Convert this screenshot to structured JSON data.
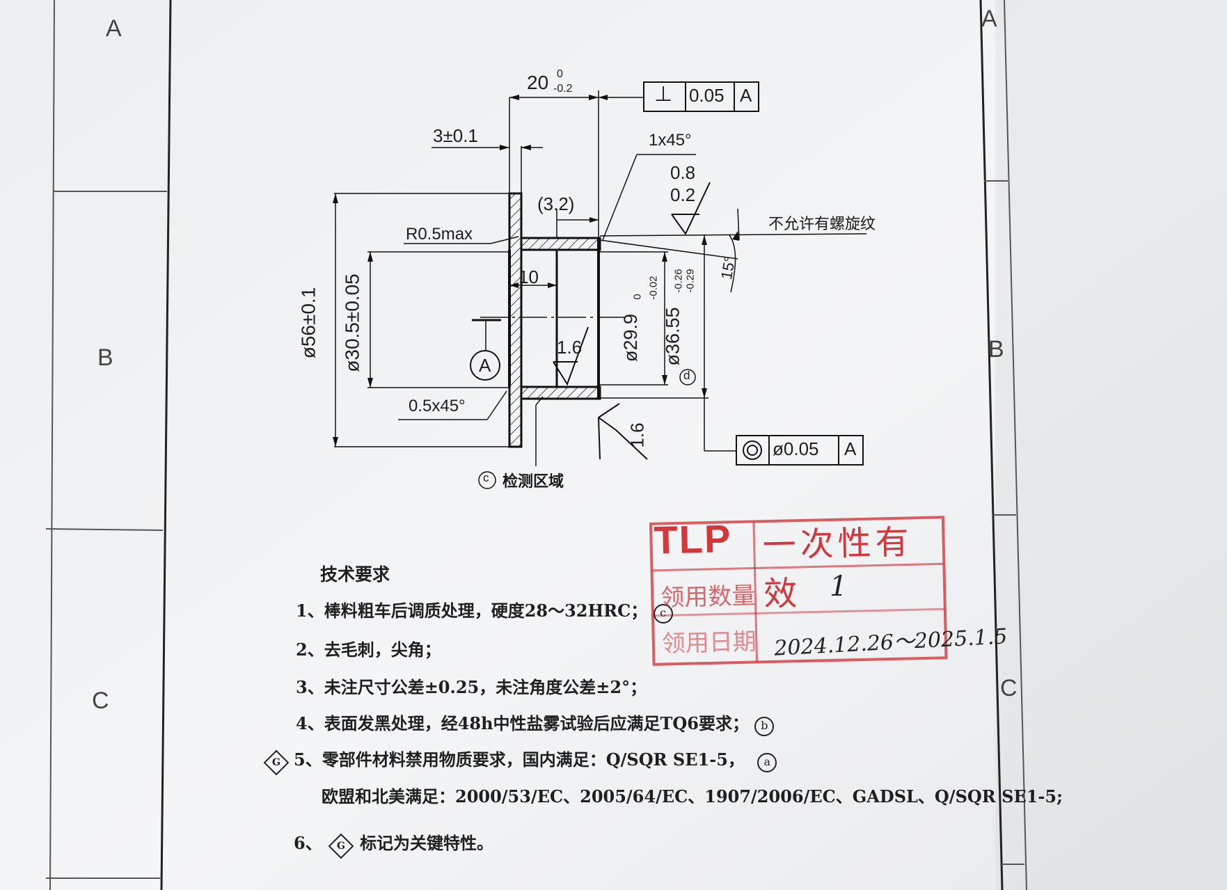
{
  "zone_labels": {
    "left": [
      "A",
      "B",
      "C"
    ],
    "right": [
      "A",
      "B",
      "C"
    ]
  },
  "drawing": {
    "dim_length": "20",
    "dim_length_tol_upper": "0",
    "dim_length_tol_lower": "-0.2",
    "perp_symbol": "⊥",
    "perp_tolerance": "0.05",
    "perp_datum": "A",
    "dim_flange": "3±0.1",
    "chamfer_top": "1x45°",
    "roughness_top_upper": "0.8",
    "roughness_top_lower": "0.2",
    "ref_dim": "(3.2)",
    "radius_note": "R0.5max",
    "no_spiral_note": "不允许有螺旋纹",
    "angle": "15°",
    "dim_inner_depth": "10",
    "dim_outer_dia": "ø56±0.1",
    "dim_bore_dia": "ø30.5±0.05",
    "dim_29": "ø29.9",
    "dim_29_tol_upper": "0",
    "dim_29_tol_lower": "-0.02",
    "dim_36": "ø36.55",
    "dim_36_tol_upper": "-0.26",
    "dim_36_tol_lower": "-0.29",
    "dim_36_mark": "d",
    "roughness_inner": "1.6",
    "roughness_side": "1.6",
    "datum_label": "A",
    "chamfer_bottom": "0.5x45°",
    "concentric_symbol": "◎",
    "concentric_tolerance": "ø0.05",
    "concentric_datum": "A",
    "inspection_mark": "c",
    "inspection_area": "检测区域"
  },
  "requirements": {
    "title": "技术要求",
    "items": [
      {
        "marker": "",
        "text": "1、棒料粗车后调质处理，硬度28～32HRC；",
        "tag": "c"
      },
      {
        "marker": "",
        "text": "2、去毛刺，尖角；",
        "tag": ""
      },
      {
        "marker": "",
        "text": "3、未注尺寸公差±0.25，未注角度公差±2°；",
        "tag": ""
      },
      {
        "marker": "",
        "text": "4、表面发黑处理，经48h中性盐雾试验后应满足TQ6要求；",
        "tag": "b"
      },
      {
        "marker": "G",
        "text": "5、零部件材料禁用物质要求，国内满足：Q/SQR SE1-5，",
        "tag": "a"
      }
    ],
    "item5_cont": "欧盟和北美满足：2000/53/EC、2005/64/EC、1907/2006/EC、GADSL、Q/SQR SE1-5;",
    "item6_prefix": "6、",
    "item6_marker": "G",
    "item6_text": "标记为关键特性。"
  },
  "stamp": {
    "tlp": "TLP",
    "validity": "一次性有效",
    "qty_label": "领用数量",
    "qty_value": "1",
    "date_label": "领用日期",
    "date_value": "2024.12.26～2025.1.5",
    "color": "#d2373c"
  }
}
